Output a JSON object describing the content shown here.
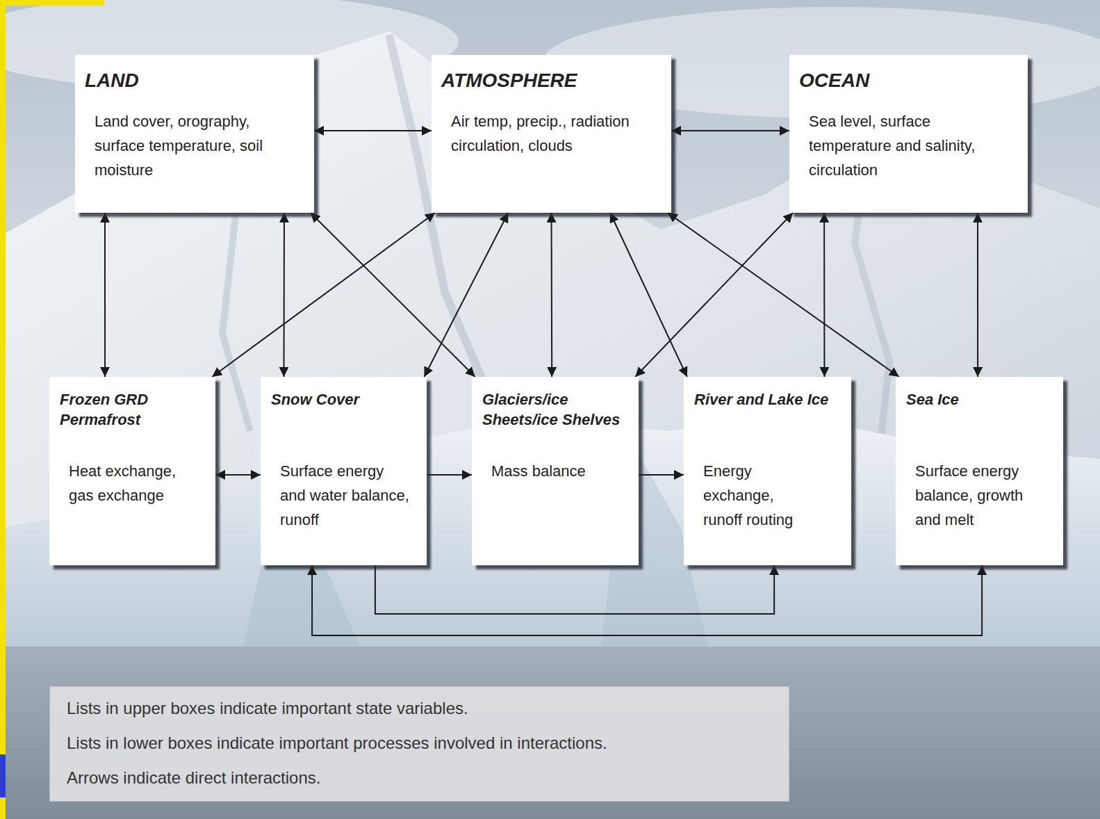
{
  "diagram": {
    "nodes": [
      {
        "text": [
          "LAND",
          "Land cover, orography, surface temperature, soil moisture"
        ]
      },
      {
        "text": [
          "ATMOSPHERE",
          "Air temp, precip., radiation circulation, clouds"
        ]
      },
      {
        "text": [
          "OCEAN",
          "Sea level, surface temperature and salinity, circulation"
        ]
      },
      {
        "text": [
          "Frozen GRD Permafrost",
          "Heat exchange, gas exchange"
        ]
      },
      {
        "text": [
          "Snow Cover",
          "Surface energy and water balance, runoff"
        ]
      },
      {
        "text": [
          "Glaciers/ice Sheets/ice Shelves",
          "Mass balance"
        ]
      },
      {
        "text": [
          "River and Lake Ice",
          "Energy exchange, runoff routing"
        ]
      },
      {
        "text": [
          "Sea Ice",
          "Surface energy balance, growth and melt"
        ]
      },
      {
        "text": [
          "Lists in upper boxes indicate important state variables.",
          "Lists in lower boxes indicate important processes involved in interactions.",
          "Arrows indicate direct interactions."
        ]
      }
    ],
    "edges": [
      {
        "from": 0,
        "to": 1,
        "arrow": "both"
      },
      {
        "from": 1,
        "to": 2,
        "arrow": "both"
      },
      {
        "from": 0,
        "to": 3,
        "arrow": "both"
      },
      {
        "from": 0,
        "to": 4,
        "arrow": "both"
      },
      {
        "from": 0,
        "to": 5,
        "arrow": "both"
      },
      {
        "from": 1,
        "to": 3,
        "arrow": "both"
      },
      {
        "from": 1,
        "to": 4,
        "arrow": "both"
      },
      {
        "from": 1,
        "to": 5,
        "arrow": "both"
      },
      {
        "from": 1,
        "to": 6,
        "arrow": "both"
      },
      {
        "from": 1,
        "to": 7,
        "arrow": "both"
      },
      {
        "from": 2,
        "to": 5,
        "arrow": "both"
      },
      {
        "from": 2,
        "to": 6,
        "arrow": "both"
      },
      {
        "from": 2,
        "to": 7,
        "arrow": "both"
      },
      {
        "from": 3,
        "to": 4,
        "arrow": "both"
      },
      {
        "from": 4,
        "to": 5,
        "arrow": "to"
      },
      {
        "from": 5,
        "to": 6,
        "arrow": "to"
      },
      {
        "from": 4,
        "to": 6,
        "arrow": "to"
      },
      {
        "from": 7,
        "to": 4,
        "arrow": "both"
      }
    ]
  }
}
